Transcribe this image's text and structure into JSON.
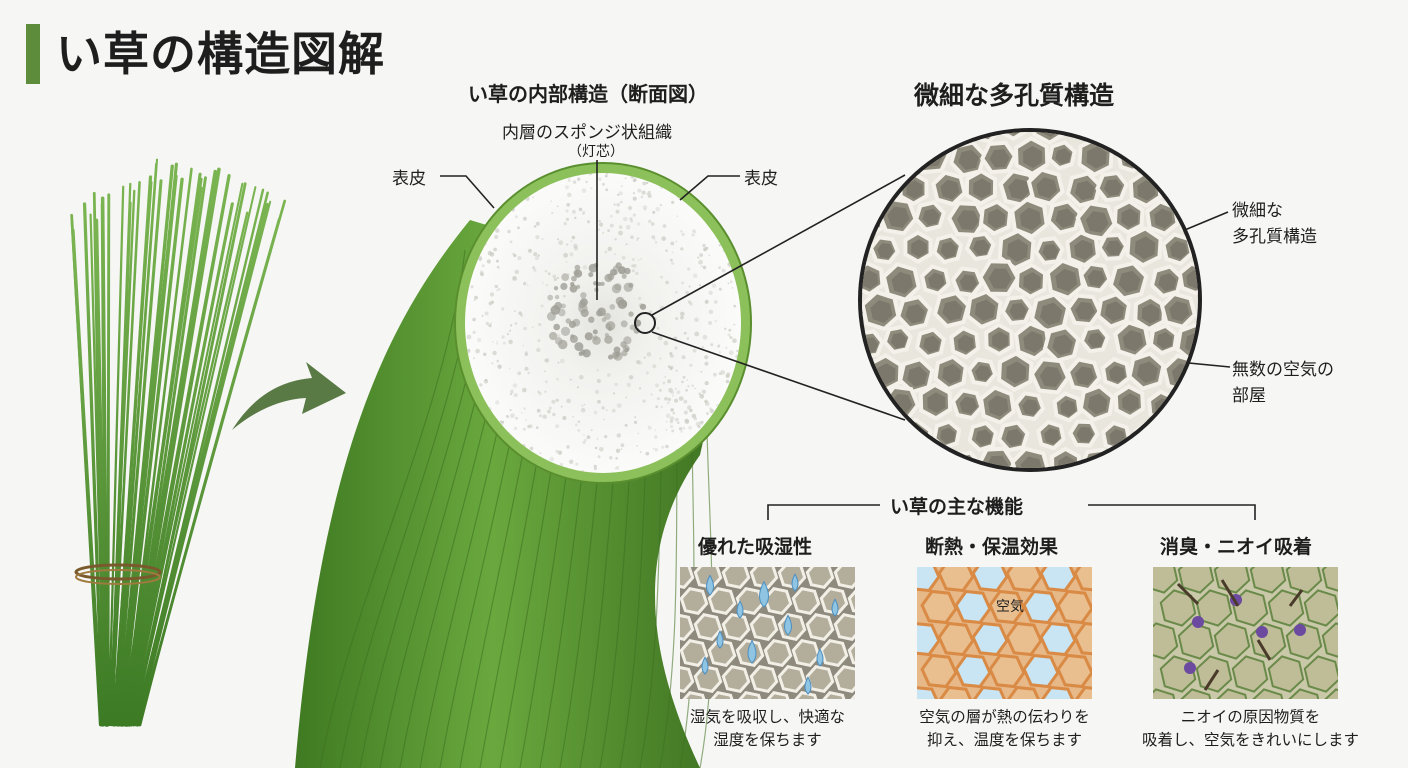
{
  "title": "い草の構造図解",
  "cross_section": {
    "heading": "い草の内部構造（断面図）",
    "core_label": "内層のスポンジ状組織",
    "core_sub": "（灯芯）",
    "epidermis_left": "表皮",
    "epidermis_right": "表皮"
  },
  "micro": {
    "heading": "微細な多孔質構造",
    "label1_line1": "微細な",
    "label1_line2": "多孔質構造",
    "label2_line1": "無数の空気の",
    "label2_line2": "部屋"
  },
  "functions": {
    "heading": "い草の主な機能",
    "items": [
      {
        "title": "優れた吸湿性",
        "line1": "湿気を吸収し、快適な",
        "line2": "湿度を保ちます"
      },
      {
        "title": "断熱・保温効果",
        "line1": "空気の層が熱の伝わりを",
        "line2": "抑え、温度を保ちます",
        "tag": "空気"
      },
      {
        "title": "消臭・ニオイ吸着",
        "line1": "ニオイの原因物質を",
        "line2": "吸着し、空気をきれいにします"
      }
    ]
  },
  "colors": {
    "accent": "#5d8c3a",
    "stem": "#5f9a34",
    "pore": "#9d9888",
    "heat": "#e2a267",
    "water": "#8fc4e3"
  }
}
